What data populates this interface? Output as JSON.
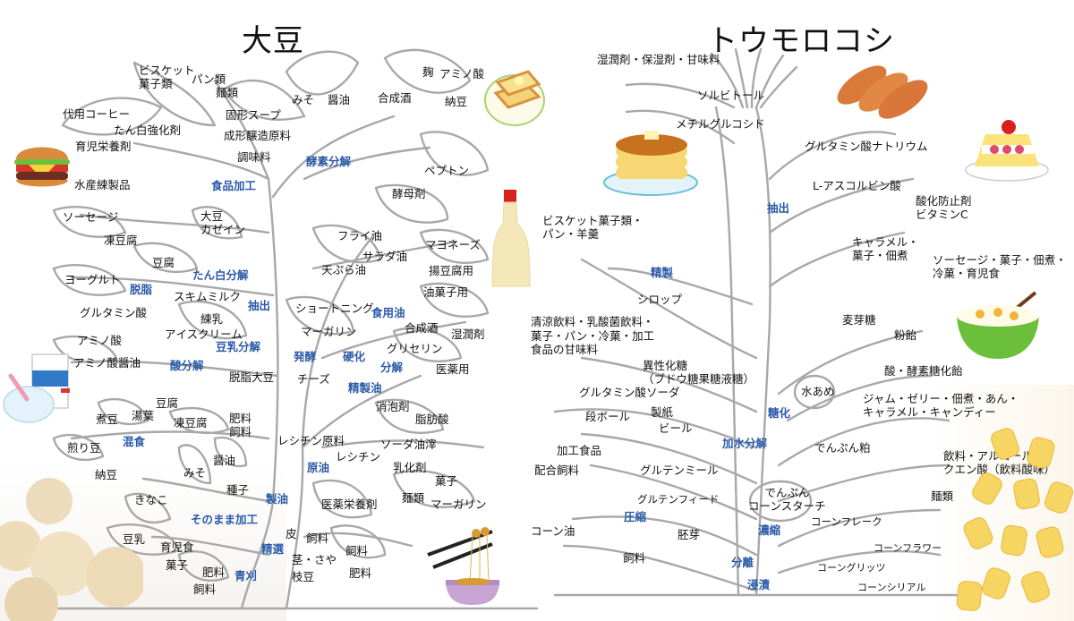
{
  "soy": {
    "title": "大豆",
    "processes": {
      "enzyme": "酵素分解",
      "food_processing": "食品加工",
      "protein_decomp": "たん白分解",
      "defat": "脱脂",
      "extract": "抽出",
      "soymilk_decomp": "豆乳分解",
      "acid_decomp": "酸分解",
      "ferment": "発酵",
      "harden": "硬化",
      "edible_oil": "食用油",
      "decomp": "分解",
      "refined_oil": "精製油",
      "crude_oil": "原油",
      "oil_making": "製油",
      "mixed_food": "混食",
      "as_is": "そのまま加工",
      "selection": "精選",
      "green_harvest": "青刈"
    },
    "products": {
      "biscuit": "ビスケット\n菓子類",
      "bread": "パン類",
      "noodles1": "麺類",
      "coffee_sub": "代用コーヒー",
      "protein_enhancer": "たん白強化剤",
      "infant_nutrition": "育児栄養剤",
      "solid_soup": "固形スープ",
      "brewing_material": "成形醸造原料",
      "seasoning": "調味料",
      "miso1": "みそ",
      "soy_sauce1": "醤油",
      "synthetic_sake1": "合成酒",
      "koji": "麹",
      "amino_acid1": "アミノ酸",
      "natto1": "納豆",
      "peptone": "ペプトン",
      "yeast": "酵母剤",
      "fish_paste": "水産練製品",
      "sausage": "ソーセージ",
      "frozen_tofu1": "凍豆腐",
      "soy_casein": "大豆\nカゼイン",
      "tofu1": "豆腐",
      "yogurt": "ヨーグルト",
      "skim_milk": "スキムミルク",
      "glutamic_acid": "グルタミン酸",
      "condensed_milk": "練乳",
      "ice_cream": "アイスクリーム",
      "amino_acid2": "アミノ酸",
      "amino_soy_sauce": "アミノ酸醤油",
      "defatted_soy": "脱脂大豆",
      "fry_oil": "フライ油",
      "salad_oil": "サラダ油",
      "tempura_oil": "天ぷら油",
      "mayonnaise": "マヨネーズ",
      "fried_tofu_use": "揚豆腐用",
      "oil_confection_use": "油菓子用",
      "shortening": "ショートニング",
      "margarine1": "マーガリン",
      "synthetic_sake2": "合成酒",
      "humectant": "湿潤剤",
      "glycerin": "グリセリン",
      "cheese": "チーズ",
      "pharma_use": "医薬用",
      "boiled_beans": "煮豆",
      "yuba": "湯葉",
      "tofu2": "豆腐",
      "frozen_tofu2": "凍豆腐",
      "fertilizer_feed1": "肥料\n飼料",
      "roasted_beans": "煎り豆",
      "natto2": "納豆",
      "soy_sauce2": "醤油",
      "miso2": "みそ",
      "seed": "種子",
      "kinako": "きなこ",
      "soymilk": "豆乳",
      "baby_food": "育児食",
      "confection1": "菓子",
      "fertilizer1": "肥料",
      "feed1": "飼料",
      "antifoam": "消泡剤",
      "fatty_acid": "脂肪酸",
      "lecithin_material": "レシチン原料",
      "soda_soap": "ソーダ油滓",
      "lecithin": "レシチン",
      "emulsifier": "乳化剤",
      "confection2": "菓子",
      "pharma_nutrition": "医薬栄養剤",
      "noodles2": "麺類",
      "margarine2": "マーガリン",
      "skin": "皮",
      "feed2": "飼料",
      "stem_pod": "茎・さや",
      "feed3": "飼料",
      "edamame": "枝豆",
      "fertilizer2": "肥料"
    }
  },
  "corn": {
    "title": "トウモロコシ",
    "processes": {
      "extract": "抽出",
      "refine": "精製",
      "saccharify": "糖化",
      "hydrolysis": "加水分解",
      "compress": "圧縮",
      "concentrate": "濃縮",
      "separate": "分離",
      "steep": "浸漬"
    },
    "products": {
      "humectant_sweetener": "湿潤剤・保湿剤・甘味料",
      "sorbitol": "ソルビトール",
      "methyl_glucoside": "メチルグルコシド",
      "msg": "グルタミン酸ナトリウム",
      "ascorbic_acid": "L-アスコルビン酸",
      "antioxidant": "酸化防止剤\nビタミンC",
      "biscuit_bread": "ビスケット菓子類・\nパン・羊羹",
      "caramel_tsukudani": "キャラメル・\n菓子・佃煮",
      "sausage_etc": "ソーセージ・菓子・佃煮・\n冷菓・育児食",
      "syrup": "シロップ",
      "maltose": "麦芽糖",
      "powdered_candy": "粉飴",
      "soft_drinks": "清涼飲料・乳酸菌飲料・\n菓子・パン・冷菓・加工\n食品の甘味料",
      "acid_enzyme_candy": "酸・酵素糖化飴",
      "hfcs": "異性化糖\n（ブドウ糖果糖液糖）",
      "starch_syrup": "水あめ",
      "msg_soda": "グルタミン酸ソーダ",
      "jam_jelly": "ジャム・ゼリー・佃煮・あん・\nキャラメル・キャンディー",
      "cardboard": "段ボール",
      "paper": "製紙",
      "beer": "ビール",
      "starch_lees": "でんぷん粕",
      "processed_food": "加工食品",
      "drinks_alcohol": "飲料・アルコール\nクエン酸（飲料酸味）",
      "compound_feed": "配合飼料",
      "gluten_meal": "グルテンミール",
      "starch_cornstarch": "でんぷん\nコーンスターチ",
      "noodles": "麺類",
      "gluten_feed": "グルテンフィード",
      "cornflakes": "コーンフレーク",
      "corn_oil": "コーン油",
      "germ": "胚芽",
      "corn_flour": "コーンフラワー",
      "feed": "飼料",
      "corn_grits": "コーングリッツ",
      "corn_cereal": "コーンシリアル"
    }
  },
  "illustrations": [
    "hamburger-icon",
    "toast-icon",
    "yogurt-icon",
    "oil-bottle-icon",
    "soybeans-icon",
    "natto-bowl-icon",
    "pancake-icon",
    "sausage-icon",
    "shortcake-icon",
    "cereal-bowl-icon",
    "corn-kernels-icon"
  ],
  "colors": {
    "process_label": "#2a5aa8",
    "tree_line": "#a8a8a8",
    "text": "#111111"
  }
}
